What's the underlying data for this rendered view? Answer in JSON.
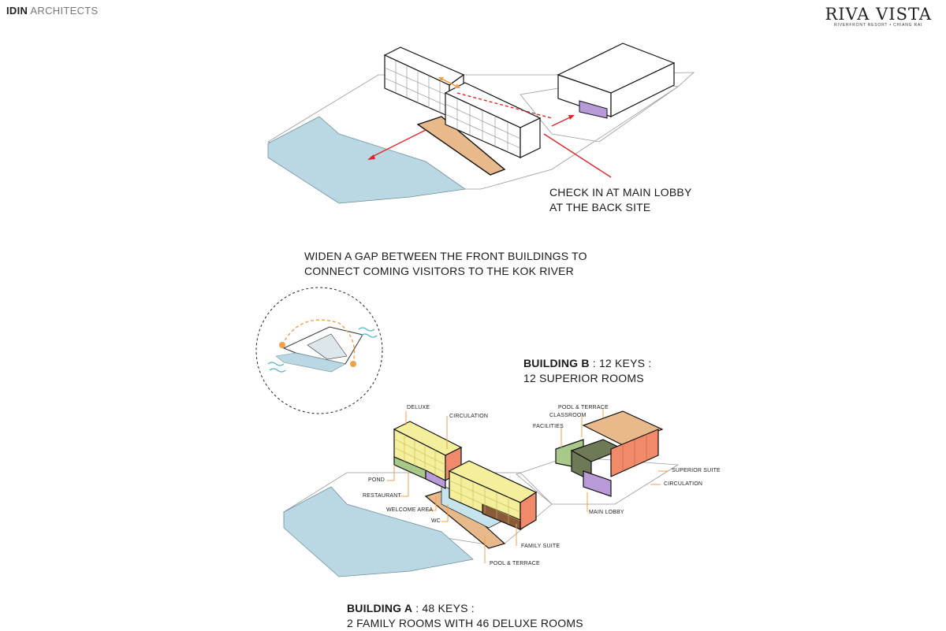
{
  "header": {
    "firm_bold": "IDIN",
    "firm_rest": "ARCHITECTS",
    "logo_title": "RIVA VISTA",
    "logo_subtitle": "RIVERFRONT RESORT • CHIANG RAI"
  },
  "top_diagram": {
    "checkin_line1": "CHECK IN AT MAIN LOBBY",
    "checkin_line2": "AT THE BACK SITE",
    "gap_line1": "WIDEN A GAP BETWEEN THE FRONT BUILDINGS TO",
    "gap_line2": "CONNECT COMING VISITORS TO THE KOK RIVER"
  },
  "building_b": {
    "name": "BUILDING B",
    "keys": " : 12 KEYS :",
    "rooms": "12 SUPERIOR ROOMS"
  },
  "building_a": {
    "name": "BUILDING A",
    "keys": " : 48 KEYS :",
    "rooms": "2 FAMILY ROOMS WITH 46 DELUXE ROOMS"
  },
  "labels_a": {
    "deluxe": "DELUXE",
    "circulation": "CIRCULATION",
    "pond": "POND",
    "restaurant": "RESTAURANT",
    "welcome_area": "WELCOME AREA",
    "wc": "WC",
    "family_suite": "FAMILY SUITE",
    "pool_terrace": "POOL & TERRACE"
  },
  "labels_b": {
    "pool_terrace": "POOL & TERRACE",
    "classroom": "CLASSROOM",
    "facilities": "FACILITIES",
    "superior_suite": "SUPERIOR SUITE",
    "circulation": "CIRCULATION",
    "main_lobby": "MAIN LOBBY"
  },
  "colors": {
    "river": "#b9d8e3",
    "deluxe": "#f3ef9c",
    "circulation": "#f08a6a",
    "restaurant": "#a8c98a",
    "lobby": "#b99ad8",
    "pool_terrace": "#e7b98b",
    "family": "#8a5a3a",
    "arrow_red": "#e0262b",
    "leader": "#f0a04a"
  }
}
